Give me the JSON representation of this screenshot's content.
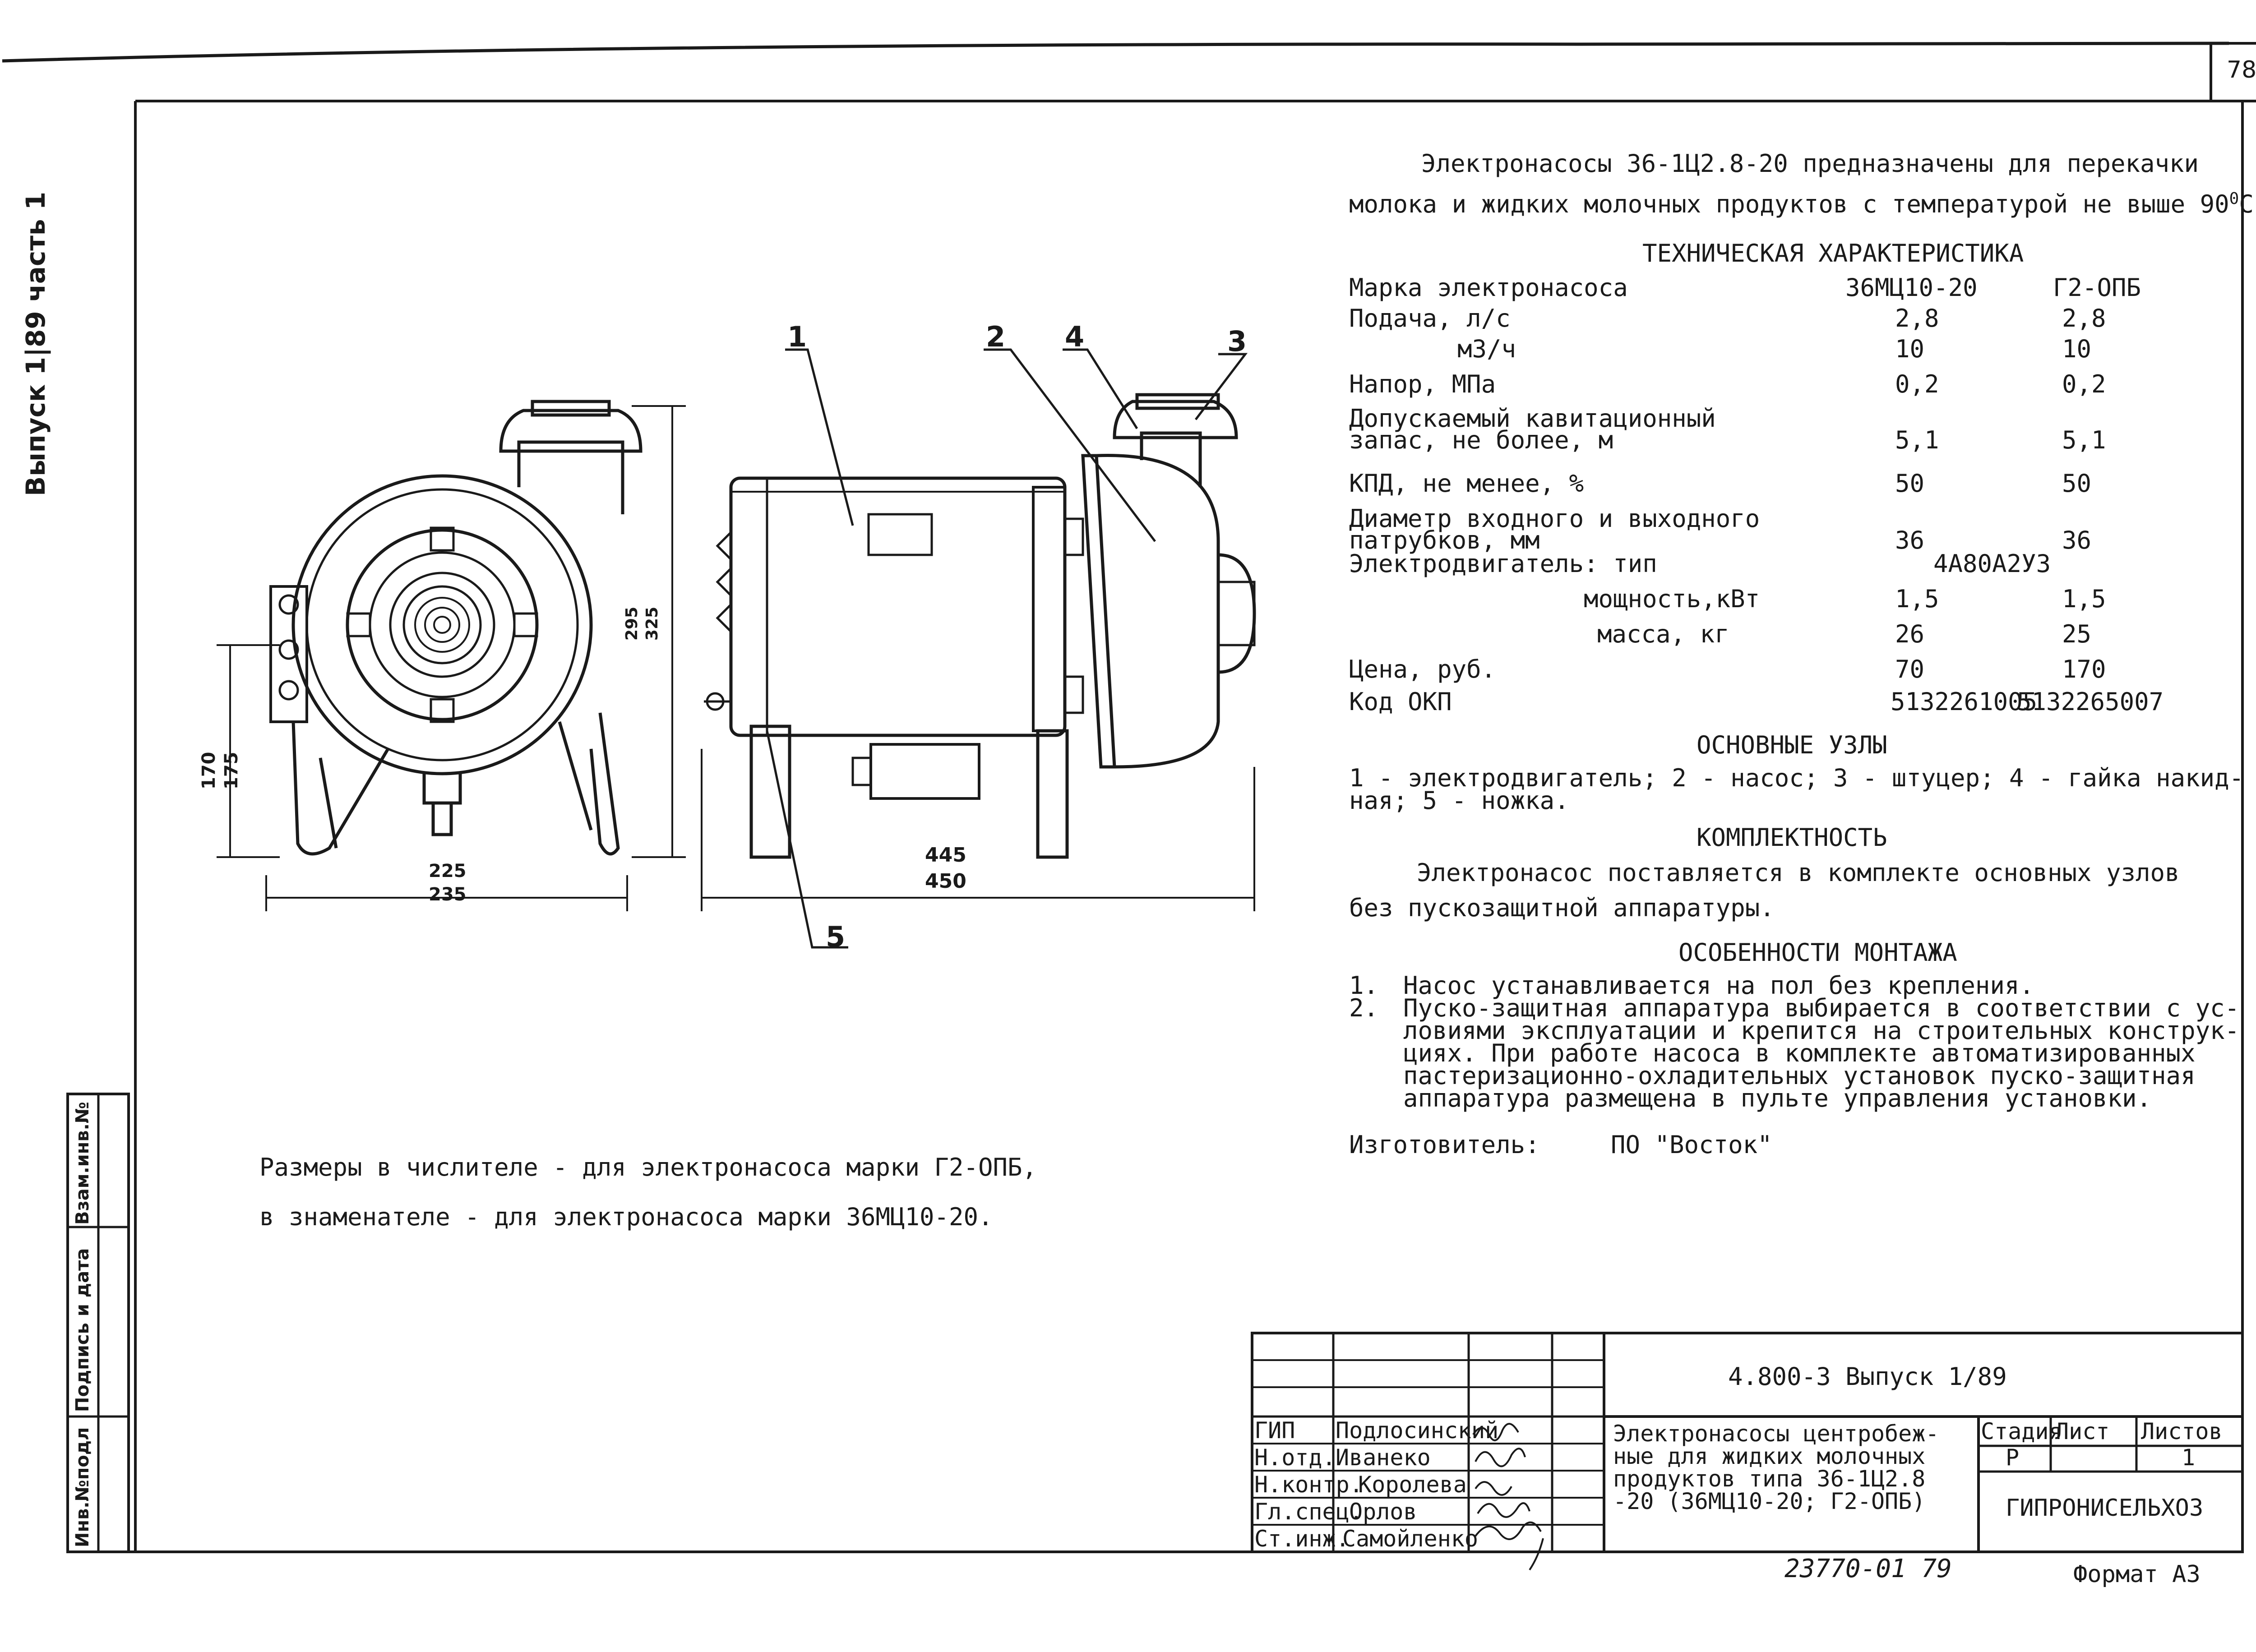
{
  "sheet": {
    "page_number": "78",
    "side_label": "Выпуск 1|89 часть 1",
    "side_columns": [
      "Взам.инв.№",
      "Подпись и дата",
      "Инв.№подл"
    ]
  },
  "intro": {
    "line1": "Электронасосы 36-1Ц2.8-20 предназначены для перекачки",
    "line2_pre": "молока и жидких молочных продуктов с температурой не выше 90",
    "line2_sup": "0",
    "line2_post": "С."
  },
  "tech": {
    "title": "ТЕХНИЧЕСКАЯ ХАРАКТЕРИСТИКА",
    "rows": [
      {
        "label": "Марка электронасоса",
        "v1": "36МЦ10-20",
        "v2": "Г2-ОПБ"
      },
      {
        "label": "Подача, л/с",
        "v1": "2,8",
        "v2": "2,8"
      },
      {
        "label": "м3/ч",
        "v1": "10",
        "v2": "10"
      },
      {
        "label": "Напор, МПа",
        "v1": "0,2",
        "v2": "0,2"
      },
      {
        "label": "Допускаемый кавитационный",
        "v1": "",
        "v2": ""
      },
      {
        "label": "запас, не более, м",
        "v1": "5,1",
        "v2": "5,1"
      },
      {
        "label": "КПД, не менее, %",
        "v1": "50",
        "v2": "50"
      },
      {
        "label": "Диаметр входного и выходного",
        "v1": "",
        "v2": ""
      },
      {
        "label": "патрубков, мм",
        "v1": "36",
        "v2": "36"
      },
      {
        "label": "Электродвигатель:  тип",
        "v1": "4А80А2УЗ",
        "v2": ""
      },
      {
        "label": "мощность,кВт",
        "v1": "1,5",
        "v2": "1,5"
      },
      {
        "label": "масса, кг",
        "v1": "26",
        "v2": "25"
      },
      {
        "label": "Цена, руб.",
        "v1": "70",
        "v2": "170"
      },
      {
        "label": "Код ОКП",
        "v1": "5132261005",
        "v2": "5132265007"
      }
    ]
  },
  "units": {
    "title": "ОСНОВНЫЕ УЗЛЫ",
    "line1": "1 - электродвигатель; 2 - насос; 3 - штуцер; 4 - гайка накид-",
    "line2": "ная; 5 - ножка."
  },
  "complete": {
    "title": "КОМПЛЕКТНОСТЬ",
    "line1": "Электронасос поставляется в комплекте основных узлов",
    "line2": "без пускозащитной аппаратуры."
  },
  "mount": {
    "title": "ОСОБЕННОСТИ МОНТАЖА",
    "n1": "1.",
    "item1": "Насос устанавливается на пол без крепления.",
    "n2": "2.",
    "item2_l1": "Пуско-защитная аппаратура выбирается в соответствии с ус-",
    "item2_l2": "ловиями эксплуатации и крепится на строительных конструк-",
    "item2_l3": "циях. При работе насоса в комплекте автоматизированных",
    "item2_l4": "пастеризационно-охладительных установок пуско-защитная",
    "item2_l5": "аппаратура размещена в пульте управления установки."
  },
  "maker": {
    "label": "Изготовитель:",
    "value": "ПО \"Восток\""
  },
  "note": {
    "line1": "Размеры в числителе - для электронасоса марки Г2-ОПБ,",
    "line2": "в знаменателе - для электронасоса марки  36МЦ10-20."
  },
  "drawing": {
    "callouts": [
      "1",
      "2",
      "4",
      "3",
      "5"
    ],
    "dim_width_num": "225",
    "dim_width_den": "235",
    "dim_height_num": "295",
    "dim_height_den": "325",
    "dim_axis_num": "170",
    "dim_axis_den": "175",
    "dim_length_num": "445",
    "dim_length_den": "450"
  },
  "title_block": {
    "doc_code": "4.800-3  Выпуск 1/89",
    "staff": [
      {
        "role": "ГИП",
        "name": "Подлосинский"
      },
      {
        "role": "Н.отд.",
        "name": "Иванеко"
      },
      {
        "role": "Н.контр.",
        "name": "Королева"
      },
      {
        "role": "Гл.спец.",
        "name": "Орлов"
      },
      {
        "role": "Ст.инж.",
        "name": "Самойленко"
      }
    ],
    "name_l1": "Электронасосы центробеж-",
    "name_l2": "ные для жидких молочных",
    "name_l3": "продуктов типа 36-1Ц2.8",
    "name_l4": "-20 (36МЦ10-20; Г2-ОПБ)",
    "stage_h": "Стадия",
    "sheet_h": "Лист",
    "sheets_h": "Листов",
    "stage_v": "Р",
    "sheets_v": "1",
    "org": "ГИПРОНИСЕЛЬХОЗ"
  },
  "footer": {
    "archive": "23770-01  79",
    "format": "Формат А3"
  }
}
